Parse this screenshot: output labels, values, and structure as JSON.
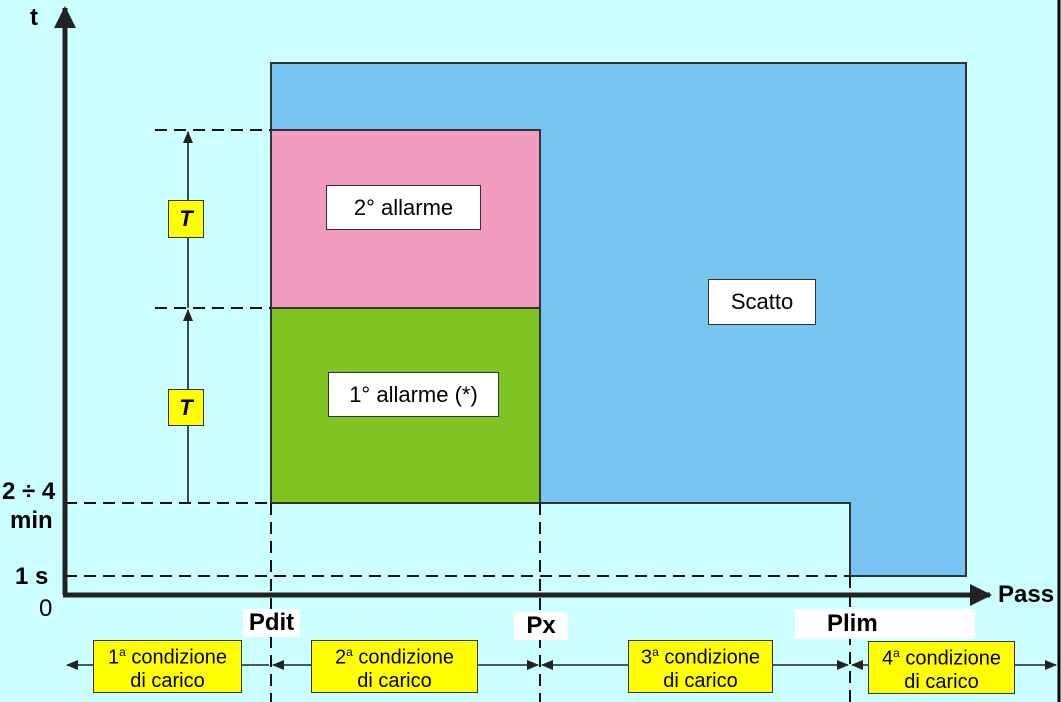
{
  "axes": {
    "y_label": "t",
    "x_label": "Pass",
    "origin": "0"
  },
  "y_ticks": {
    "range_top": "2 ÷ 4",
    "range_bottom": "min",
    "one_second": "1 s"
  },
  "x_ticks": {
    "pdit": "Pdit",
    "px": "Px",
    "plim": "Plim"
  },
  "regions": {
    "alarm2": "2° allarme",
    "alarm1": "1° allarme (*)",
    "trip": "Scatto"
  },
  "intervals": {
    "t1": "T",
    "t2": "T"
  },
  "conditions": [
    {
      "num": "1",
      "sup": "a",
      "line1": "condizione",
      "line2": "di carico"
    },
    {
      "num": "2",
      "sup": "a",
      "line1": "condizione",
      "line2": "di carico"
    },
    {
      "num": "3",
      "sup": "a",
      "line1": "condizione",
      "line2": "di carico"
    },
    {
      "num": "4",
      "sup": "a",
      "line1": "condizione",
      "line2": "di carico"
    }
  ],
  "colors": {
    "background": "#ccffff",
    "trip": "#77c4f2",
    "alarm2": "#f29bbf",
    "alarm1": "#80c423",
    "label_yellow": "#ffff00"
  }
}
